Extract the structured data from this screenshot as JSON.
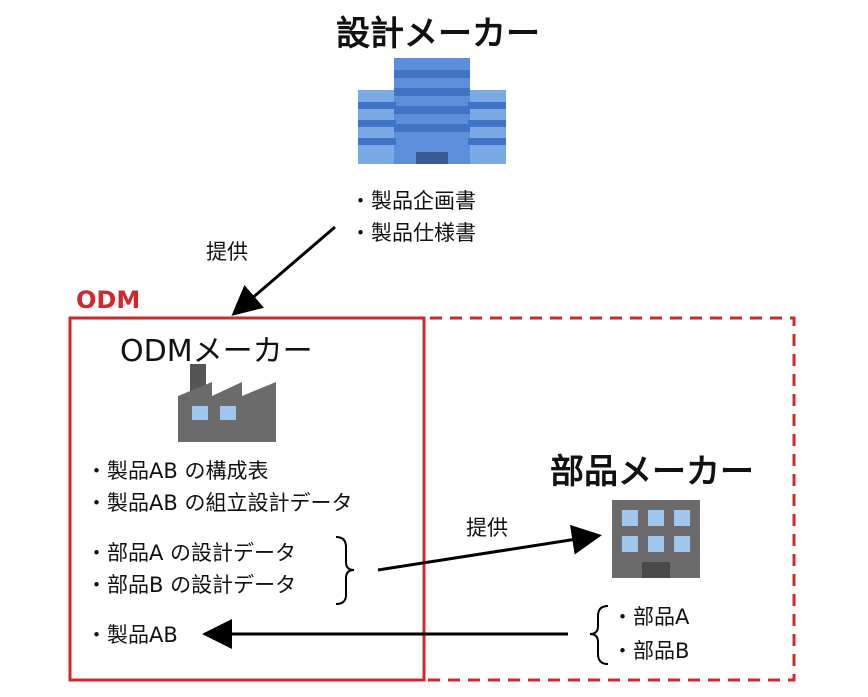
{
  "design_maker": {
    "title": "設計メーカー",
    "items": [
      "・製品企画書",
      "・製品仕様書"
    ]
  },
  "odm_label": "ODM",
  "odm_maker": {
    "title": "ODMメーカー",
    "items_top": [
      "・製品AB の構成表",
      "・製品AB の組立設計データ"
    ],
    "items_mid": [
      "・部品A の設計データ",
      "・部品B の設計データ"
    ],
    "item_bottom": "・製品AB"
  },
  "parts_maker": {
    "title": "部品メーカー",
    "items": [
      "・部品A",
      "・部品B"
    ]
  },
  "arrow_labels": {
    "design_to_odm": "提供",
    "odm_to_parts": "提供"
  },
  "colors": {
    "odm_red": "#d0282c",
    "building_blue": "#5b8fd9",
    "factory_gray": "#6b6b6b",
    "window_blue": "#9fc6ee"
  },
  "icons": {
    "design_maker": "office-building-icon",
    "odm_maker": "factory-icon",
    "parts_maker": "small-building-icon"
  }
}
